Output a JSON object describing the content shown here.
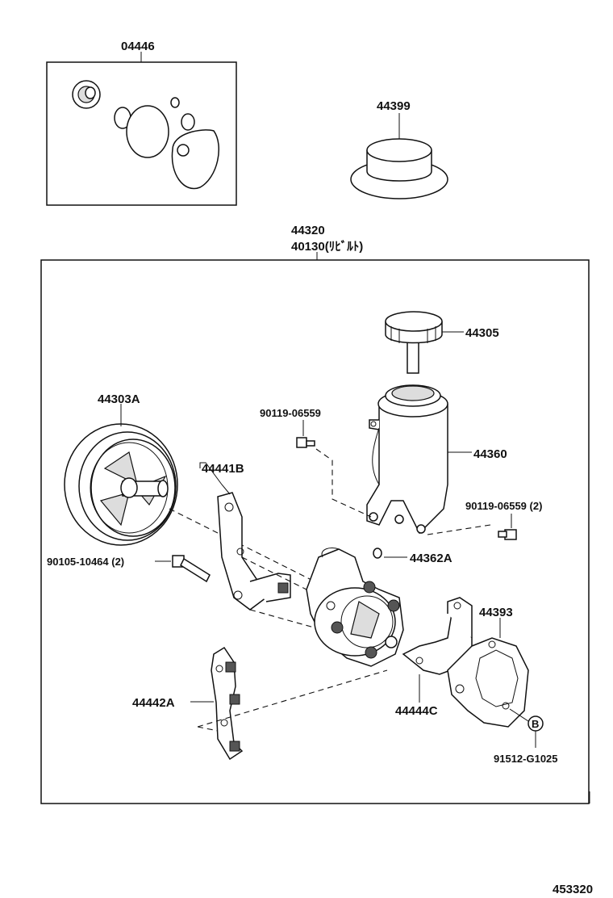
{
  "parts": {
    "gasket_kit": "04446",
    "cap_cover": "44399",
    "pump_assy": "44320",
    "pump_reman": "40130(ﾘﾋﾞﾙﾄ)",
    "reservoir_cap": "44305",
    "pulley": "44303A",
    "bolt_upper": "90119-06559",
    "reservoir": "44360",
    "bracket_b": "44441B",
    "bolt_right": "90119-06559 (2)",
    "bolt_left": "90105-10464 (2)",
    "oring": "44362A",
    "bracket_a": "44442A",
    "gasket_plate": "44393",
    "bracket_c": "44444C",
    "marker_b": "B",
    "stud": "91512-G1025"
  },
  "figure_number": "453320"
}
